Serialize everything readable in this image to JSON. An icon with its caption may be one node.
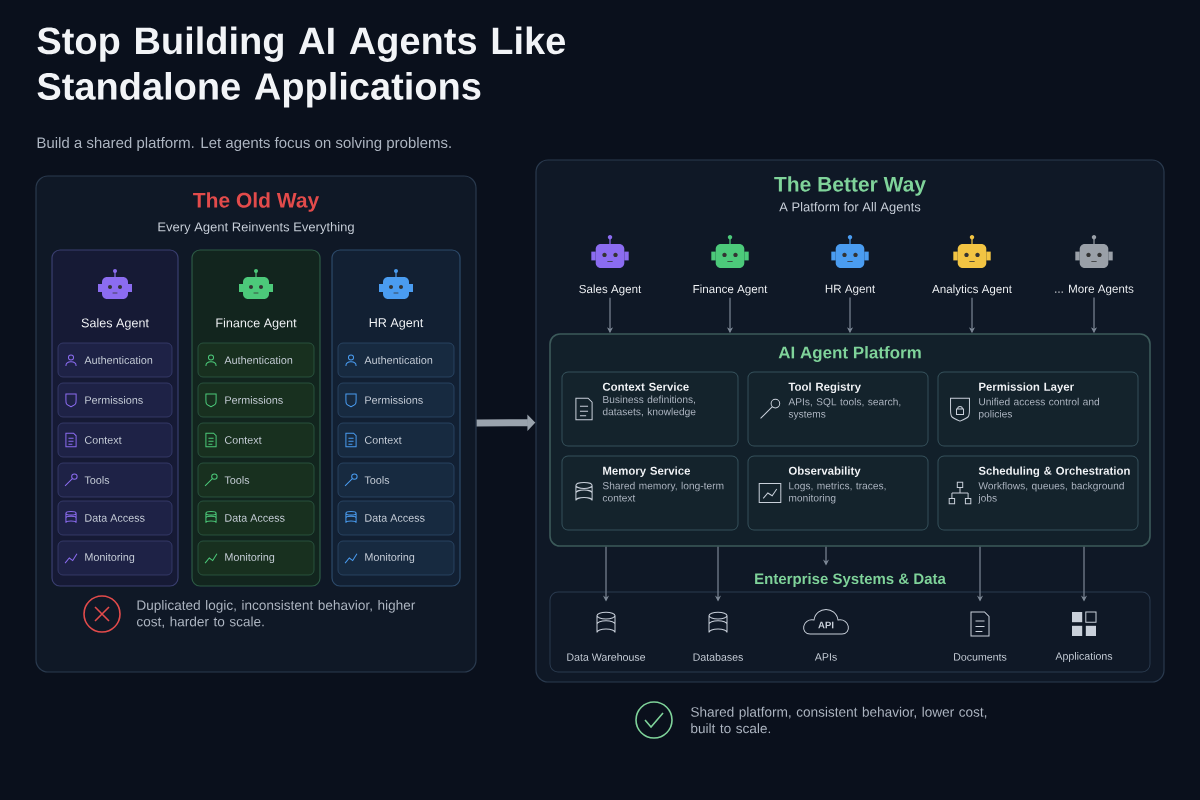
{
  "diagram": {
    "title": "Stop Building AI Agents Like Standalone Applications",
    "nodes": [
      {
        "text": [
          "The Old Way",
          "Every Agent Reinvents Everything"
        ]
      },
      {
        "text": [
          "Sales Agent"
        ],
        "in": 0
      },
      {
        "text": [
          "Authentication"
        ],
        "in": 1
      },
      {
        "text": [
          "Permissions"
        ],
        "in": 1
      },
      {
        "text": [
          "Context"
        ],
        "in": 1
      },
      {
        "text": [
          "Tools"
        ],
        "in": 1
      },
      {
        "text": [
          "Data Access"
        ],
        "in": 1
      },
      {
        "text": [
          "Monitoring"
        ],
        "in": 1
      },
      {
        "text": [
          "Finance Agent"
        ],
        "in": 0
      },
      {
        "text": [
          "Authentication"
        ],
        "in": 8
      },
      {
        "text": [
          "Permissions"
        ],
        "in": 8
      },
      {
        "text": [
          "Context"
        ],
        "in": 8
      },
      {
        "text": [
          "Tools"
        ],
        "in": 8
      },
      {
        "text": [
          "Data Access"
        ],
        "in": 8
      },
      {
        "text": [
          "Monitoring"
        ],
        "in": 8
      },
      {
        "text": [
          "HR Agent"
        ],
        "in": 0
      },
      {
        "text": [
          "Authentication"
        ],
        "in": 15
      },
      {
        "text": [
          "Permissions"
        ],
        "in": 15
      },
      {
        "text": [
          "Context"
        ],
        "in": 15
      },
      {
        "text": [
          "Tools"
        ],
        "in": 15
      },
      {
        "text": [
          "Data Access"
        ],
        "in": 15
      },
      {
        "text": [
          "Monitoring"
        ],
        "in": 15
      },
      {
        "text": [
          "The Better Way",
          "A Platform for All Agents"
        ]
      },
      {
        "text": [
          "Sales Agent"
        ],
        "in": 22
      },
      {
        "text": [
          "Finance Agent"
        ],
        "in": 22
      },
      {
        "text": [
          "HR Agent"
        ],
        "in": 22
      },
      {
        "text": [
          "Analytics Agent"
        ],
        "in": 22
      },
      {
        "text": [
          "... More Agents"
        ],
        "in": 22
      },
      {
        "text": [
          "AI Agent Platform"
        ],
        "in": 22
      },
      {
        "text": [
          "Context Service",
          "Business definitions, datasets, knowledge"
        ],
        "in": 28
      },
      {
        "text": [
          "Tool Registry",
          "APIs, SQL tools, search, systems"
        ],
        "in": 28
      },
      {
        "text": [
          "Permission Layer",
          "Unified access control and policies"
        ],
        "in": 28
      },
      {
        "text": [
          "Memory Service",
          "Shared memory, long-term context"
        ],
        "in": 28
      },
      {
        "text": [
          "Observability",
          "Logs, metrics, traces, monitoring"
        ],
        "in": 28
      },
      {
        "text": [
          "Scheduling & Orchestration",
          "Workflows, queues, background jobs"
        ],
        "in": 28
      },
      {
        "text": [
          "Enterprise Systems & Data"
        ],
        "in": 22
      },
      {
        "text": [
          "Data Warehouse"
        ],
        "in": 35
      },
      {
        "text": [
          "Databases"
        ],
        "in": 35
      },
      {
        "text": [
          "APIs"
        ],
        "in": 35
      },
      {
        "text": [
          "Documents"
        ],
        "in": 35
      },
      {
        "text": [
          "Applications"
        ],
        "in": 35
      }
    ],
    "edges": [
      {
        "from": 0,
        "to": 22,
        "arrow": "to",
        "style": "thick",
        "color": "#9aa3ad"
      },
      {
        "from": 23,
        "to": 28,
        "arrow": "to"
      },
      {
        "from": 24,
        "to": 28,
        "arrow": "to"
      },
      {
        "from": 25,
        "to": 28,
        "arrow": "to"
      },
      {
        "from": 26,
        "to": 28,
        "arrow": "to"
      },
      {
        "from": 27,
        "to": 28,
        "arrow": "to"
      },
      {
        "from": 28,
        "to": 36,
        "arrow": "to"
      },
      {
        "from": 28,
        "to": 37,
        "arrow": "to"
      },
      {
        "from": 28,
        "to": 35,
        "arrow": "to"
      },
      {
        "from": 28,
        "to": 39,
        "arrow": "to"
      },
      {
        "from": 28,
        "to": 40,
        "arrow": "to"
      }
    ],
    "labels": [
      "Build a shared platform. Let agents focus on solving problems.",
      "Duplicated logic, inconsistent behavior, higher cost, harder to scale.",
      "API",
      "Shared platform, consistent behavior, lower cost, built to scale."
    ]
  }
}
